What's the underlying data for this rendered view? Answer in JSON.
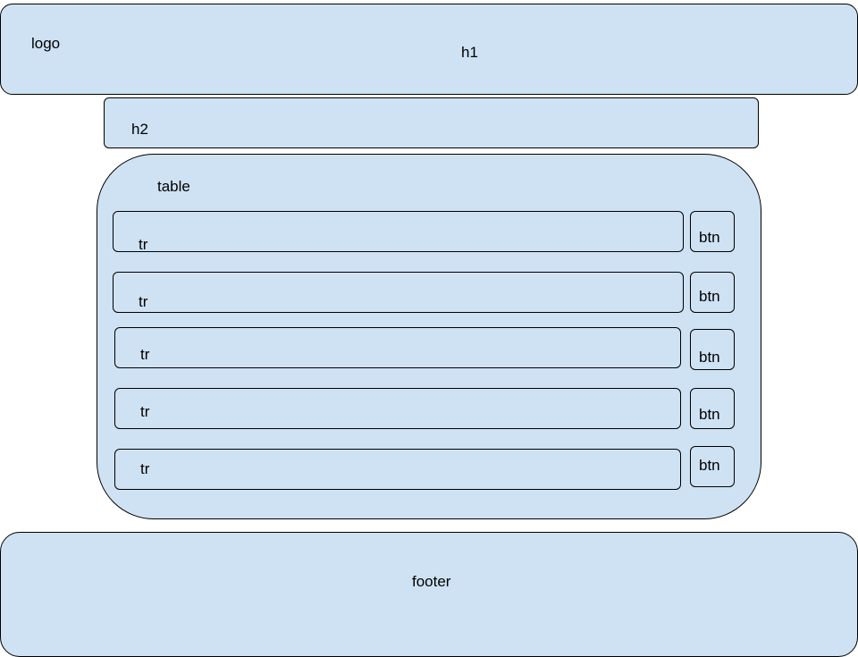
{
  "header": {
    "logo_label": "logo",
    "title_label": "h1"
  },
  "subheader": {
    "label": "h2"
  },
  "table": {
    "label": "table",
    "rows": [
      {
        "row_label": "tr",
        "button_label": "btn"
      },
      {
        "row_label": "tr",
        "button_label": "btn"
      },
      {
        "row_label": "tr",
        "button_label": "btn"
      },
      {
        "row_label": "tr",
        "button_label": "btn"
      },
      {
        "row_label": "tr",
        "button_label": "btn"
      }
    ]
  },
  "footer": {
    "label": "footer"
  },
  "colors": {
    "box_fill": "#cfe2f3",
    "border": "#000000"
  }
}
